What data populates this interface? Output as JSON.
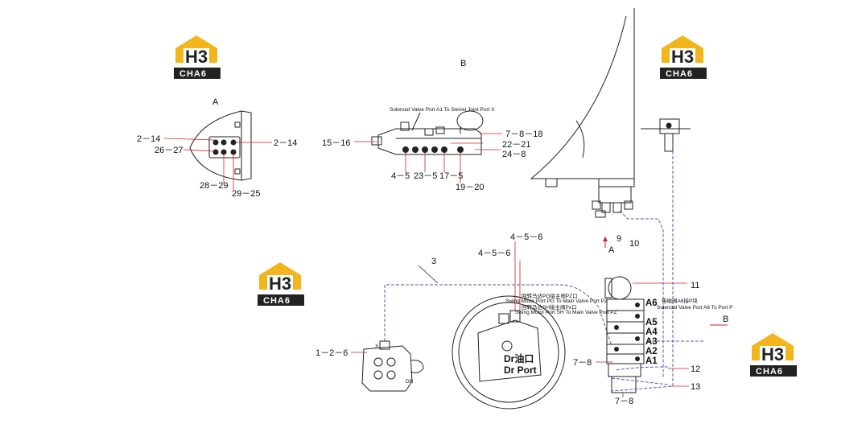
{
  "views": {
    "view_a_title": "A",
    "view_b_title": "B",
    "arrow_a": "A",
    "arrow_b": "B"
  },
  "logo": {
    "mark": "H3",
    "brand": "CHA6",
    "accent": "#f2b51c"
  },
  "callouts": {
    "c_2_14_left": "2－14",
    "c_2_14_right": "2－14",
    "c_26_27": "26－27",
    "c_28_29": "28－29",
    "c_29_25": "29－25",
    "c_15_16": "15－16",
    "c_7_8_18": "7－8－18",
    "c_22_21": "22－21",
    "c_24_8": "24－8",
    "c_4_5_b": "4－5",
    "c_23_5": "23－5",
    "c_17_5": "17－5",
    "c_19_20": "19－20",
    "c_9": "9",
    "c_10": "10",
    "c_3": "3",
    "c_4_5_6_top": "4－5－6",
    "c_4_5_6_mid": "4－5－6",
    "c_11": "11",
    "c_1_2_6": "1－2－6",
    "c_7_8_mid": "7－8",
    "c_7_8_bottom": "7－8",
    "c_12": "12",
    "c_13": "13"
  },
  "notes": {
    "solenoid_a1": "Solenoid Valve Port A1 To Swivel Joint Port X",
    "swing_pg_cn": "回转马达PG接主阀PZ口",
    "swing_pg_en": "Swing Motor Port PG To Main Valve Port PZ",
    "swing_sh_cn": "回转马达SH接主阀Px口",
    "swing_sh_en": "Swing Motor Port SH To Main Valve Port PZ",
    "solenoid_a6_cn": "电磁阀A6接P块",
    "solenoid_a6_en": "Solenoid Valve Port A6 To Port P",
    "dr_cn": "Dr油口",
    "dr_en": "Dr Port",
    "port_x": "X",
    "port_dr": "DR"
  },
  "ports": [
    "A6",
    "A5",
    "A4",
    "A3",
    "A2",
    "A1"
  ],
  "colors": {
    "hose": "#5a5ab0",
    "leader_red": "#d02020",
    "line": "#222222"
  }
}
